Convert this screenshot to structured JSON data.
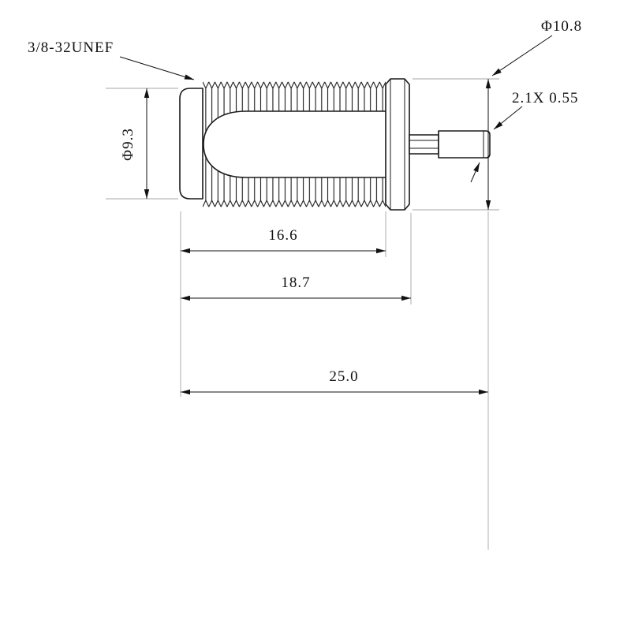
{
  "labels": {
    "thread_spec": "3/8-32UNEF",
    "flange_diameter": "Φ10.8",
    "pin_spec": "2.1X 0.55",
    "body_diameter": "Φ9.3",
    "thread_length": "16.6",
    "body_length": "18.7",
    "overall_length": "25.0"
  },
  "colors": {
    "outline": "#1a1a1a",
    "dimension": "#111111",
    "extension": "#a6a6a6",
    "background": "#ffffff"
  }
}
